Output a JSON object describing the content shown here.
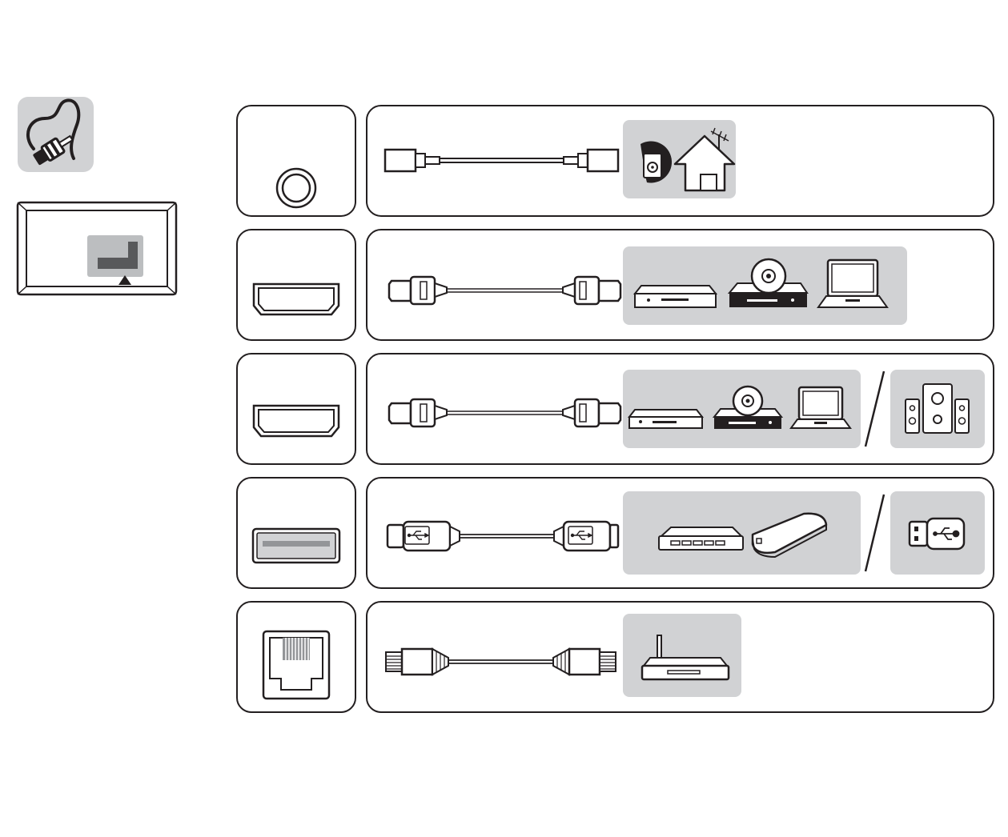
{
  "colors": {
    "stroke": "#231f20",
    "panel_gray": "#d1d2d4",
    "dark_gray": "#58595b",
    "mid_gray": "#939598",
    "white": "#ffffff"
  },
  "left_icons": {
    "cable_icon": "cable-plug-icon",
    "tv_icon": "tv-rear-port-location-icon"
  },
  "rows": [
    {
      "port": "coaxial-antenna-port",
      "cable": "coaxial-cable",
      "device_groups": [
        [
          "wall-antenna-socket-icon",
          "house-antenna-icon"
        ]
      ]
    },
    {
      "port": "hdmi-port",
      "cable": "hdmi-cable",
      "device_groups": [
        [
          "set-top-box-icon",
          "dvd-player-icon",
          "laptop-icon"
        ]
      ]
    },
    {
      "port": "hdmi-arc-port",
      "cable": "hdmi-cable",
      "device_groups": [
        [
          "set-top-box-icon",
          "dvd-player-icon",
          "laptop-icon"
        ],
        [
          "speaker-system-icon"
        ]
      ]
    },
    {
      "port": "usb-port",
      "cable": "usb-cable",
      "device_groups": [
        [
          "usb-hub-icon",
          "external-hard-drive-icon"
        ],
        [
          "usb-flash-drive-icon"
        ]
      ]
    },
    {
      "port": "ethernet-lan-port",
      "cable": "ethernet-cable",
      "device_groups": [
        [
          "router-icon"
        ]
      ]
    }
  ]
}
